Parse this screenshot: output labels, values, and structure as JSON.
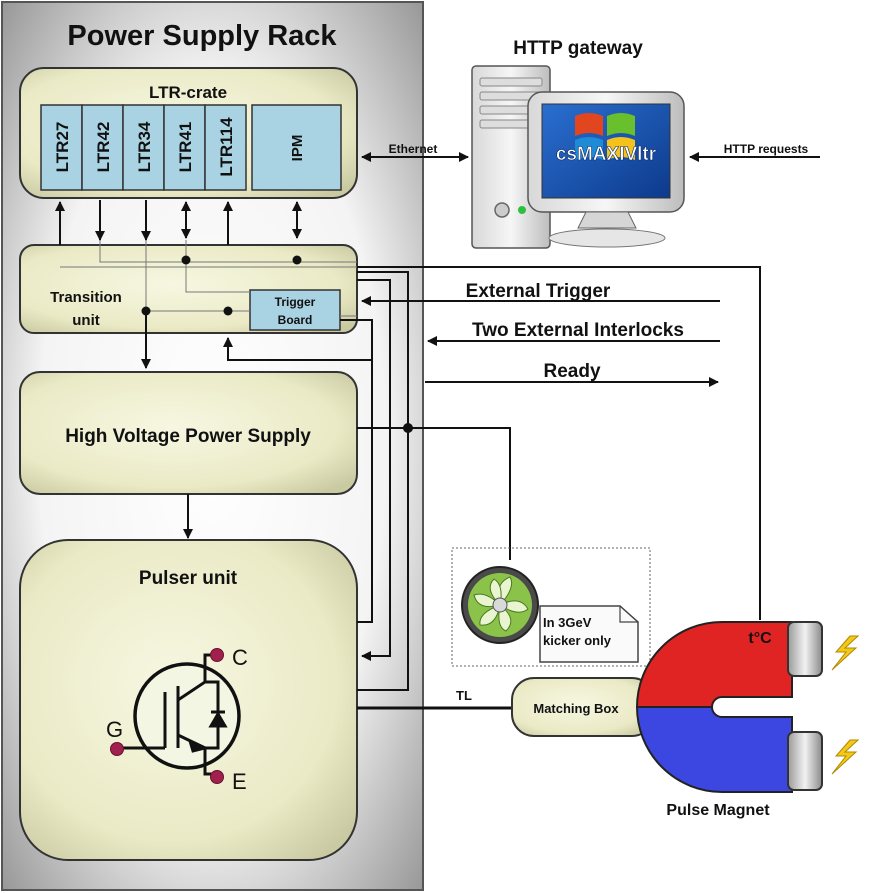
{
  "rack_title": "Power Supply Rack",
  "ltr_crate": {
    "title": "LTR-crate",
    "modules": [
      "LTR27",
      "LTR42",
      "LTR34",
      "LTR41",
      "LTR114"
    ],
    "ipm": "IPM"
  },
  "transition_unit": {
    "line1": "Transition",
    "line2": "unit"
  },
  "trigger_board": {
    "line1": "Trigger",
    "line2": "Board"
  },
  "hv_supply": "High Voltage Power Supply",
  "pulser_unit": "Pulser unit",
  "igbt": {
    "c": "C",
    "g": "G",
    "e": "E"
  },
  "gateway": {
    "title": "HTTP gateway",
    "screen_text": "csMAXIVltr"
  },
  "links": {
    "ethernet": "Ethernet",
    "http_requests": "HTTP requests",
    "external_trigger": "External Trigger",
    "interlocks": "Two External Interlocks",
    "ready": "Ready",
    "tl": "TL"
  },
  "fan_note": {
    "line1": "In 3GeV",
    "line2": "kicker only"
  },
  "matching_box": "Matching Box",
  "magnet": {
    "label": "Pulse Magnet",
    "temp": "t°C"
  },
  "colors": {
    "box_fill": "#eeeecc",
    "module_fill": "#a9d3e3",
    "magnet_red": "#e02424",
    "magnet_blue": "#3b47e0",
    "lightning": "#f2c81a"
  }
}
